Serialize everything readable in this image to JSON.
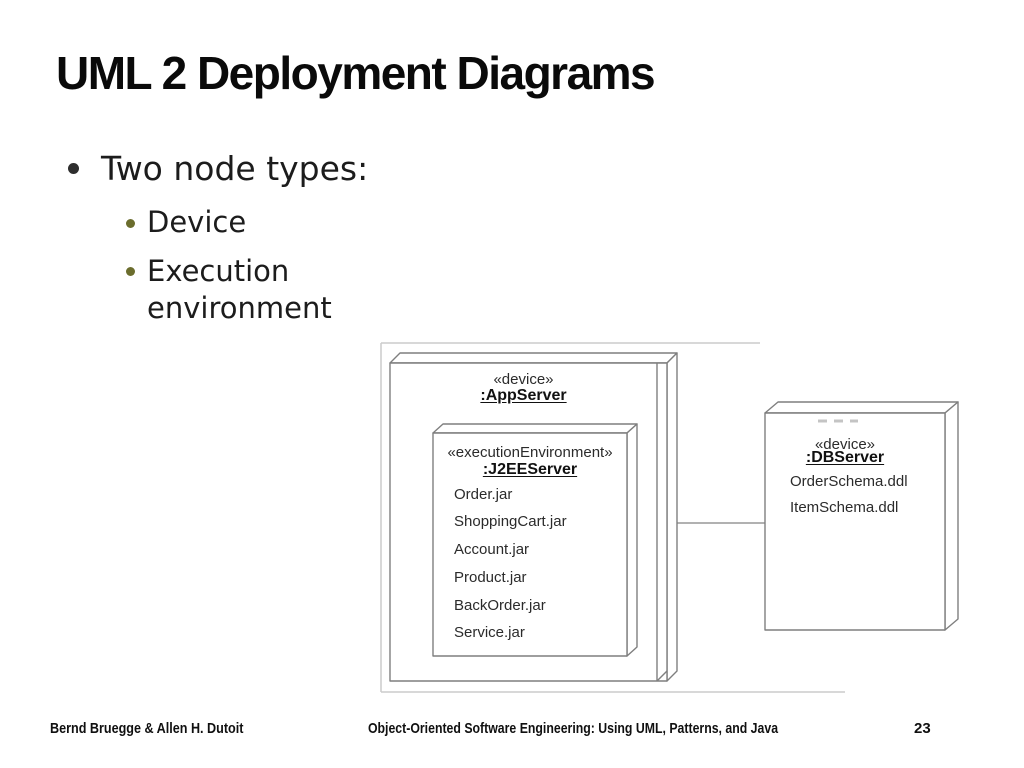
{
  "slide": {
    "title": "UML 2 Deployment Diagrams",
    "bullets": {
      "main": "Two node types:",
      "sub": [
        "Device",
        "Execution environment"
      ]
    },
    "footer": {
      "authors": "Bernd Bruegge & Allen H. Dutoit",
      "book_title": "Object-Oriented Software Engineering: Using UML, Patterns, and Java",
      "page_number": "23"
    }
  },
  "diagram": {
    "app_server": {
      "stereotype": "«device»",
      "name": ":AppServer"
    },
    "j2ee_server": {
      "stereotype": "«executionEnvironment»",
      "name": ":J2EEServer",
      "artifacts": [
        "Order.jar",
        "ShoppingCart.jar",
        "Account.jar",
        "Product.jar",
        "BackOrder.jar",
        "Service.jar"
      ]
    },
    "db_server": {
      "stereotype": "«device»",
      "name": ":DBServer",
      "artifacts": [
        "OrderSchema.ddl",
        "ItemSchema.ddl"
      ]
    }
  },
  "colors": {
    "sub_bullet_dot": "#6b6d2d",
    "main_bullet_dot": "#2e2e2e",
    "node_outline": "#7f7f7f",
    "figure_frame": "#cccccc",
    "connector_line": "#a6a6a6",
    "dash_artifact": "#c4c4c4",
    "text": "#1c1c1c"
  }
}
